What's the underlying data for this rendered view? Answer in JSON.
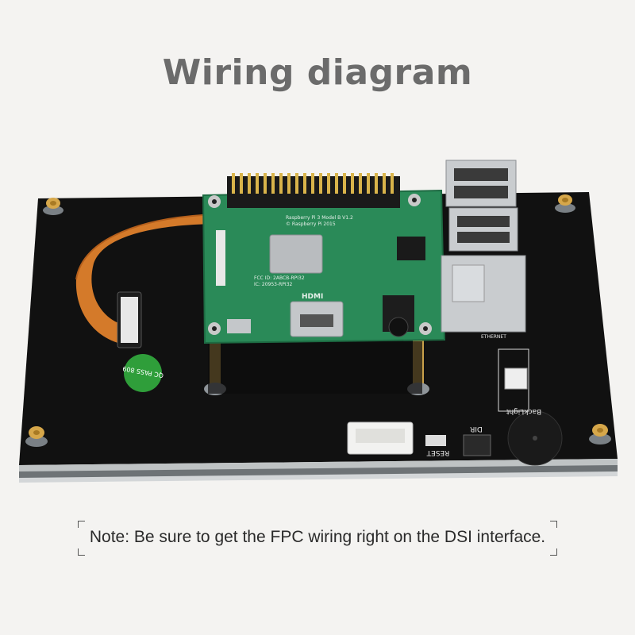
{
  "title": "Wiring diagram",
  "note": "Note: Be sure to get the FPC wiring right on the DSI interface.",
  "board": {
    "silkscreen_model": "Raspberry Pi 3 Model B V1.2",
    "silkscreen_copyright": "© Raspberry Pi 2015",
    "fcc_id": "FCC ID: 2ABCB-RPI32",
    "ic": "IC: 20953-RPI32",
    "hdmi_label": "HDMI",
    "ethernet_label": "ETHERNET"
  },
  "display_board": {
    "qc_sticker": "QC PASS 809",
    "reset_label": "RESET",
    "dir_label": "DIR",
    "backlight_label": "BackLight"
  }
}
